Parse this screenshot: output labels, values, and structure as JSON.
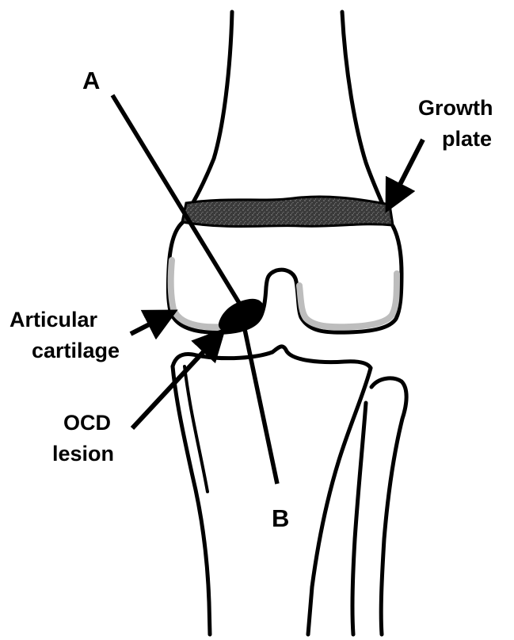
{
  "labels": {
    "a": "A",
    "b": "B",
    "growth_plate_line1": "Growth",
    "growth_plate_line2": "plate",
    "articular_line1": "Articular",
    "articular_line2": "cartilage",
    "ocd_line1": "OCD",
    "ocd_line2": "lesion"
  },
  "colors": {
    "outline": "#000000",
    "growth_plate_fill": "#3a3a3a",
    "cartilage": "#bdbdbd",
    "lesion": "#000000",
    "background": "#ffffff"
  }
}
